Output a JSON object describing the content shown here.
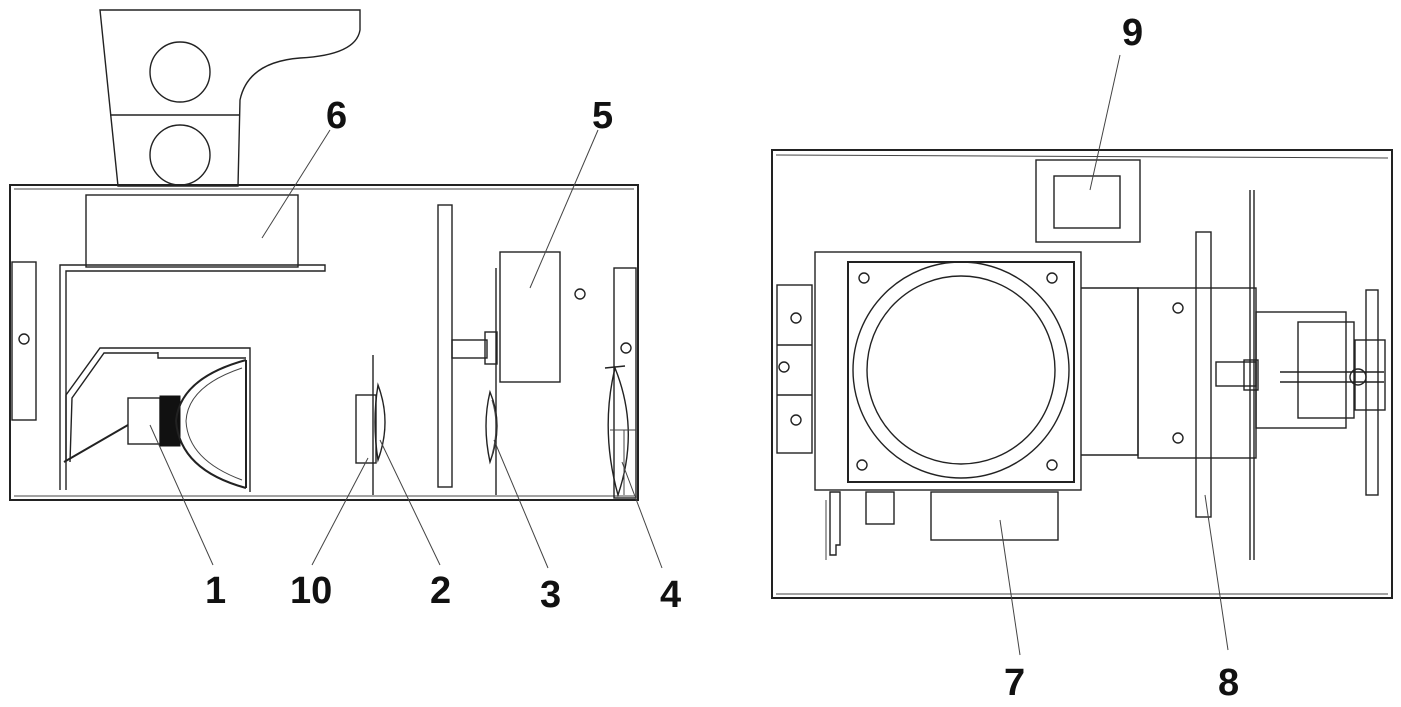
{
  "left_view": {
    "labels": [
      "1",
      "10",
      "2",
      "3",
      "4",
      "5",
      "6"
    ]
  },
  "right_view": {
    "labels": [
      "7",
      "8",
      "9"
    ]
  }
}
